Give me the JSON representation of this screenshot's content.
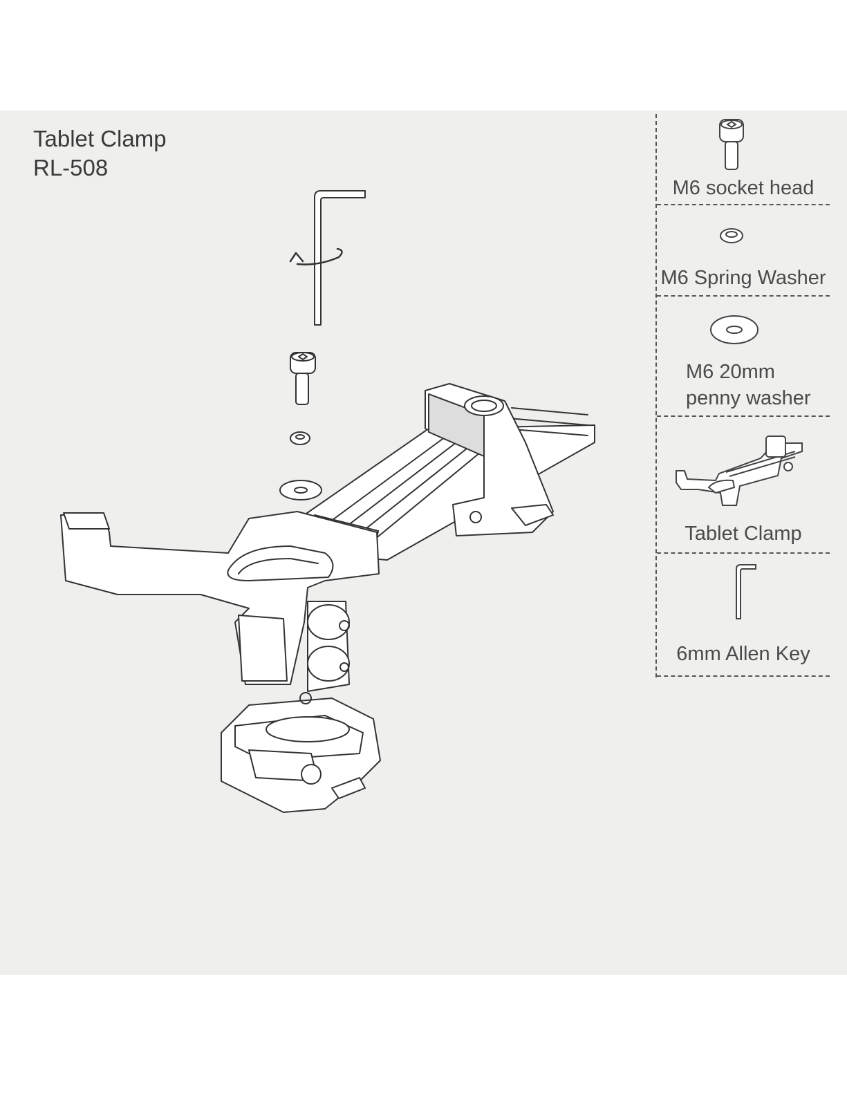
{
  "title": {
    "line1": "Tablet Clamp",
    "line2": "RL-508"
  },
  "parts": [
    {
      "label": "M6 socket head",
      "icon": "socket-head-bolt-icon"
    },
    {
      "label": "M6 Spring Washer",
      "icon": "spring-washer-icon"
    },
    {
      "label_line1": "M6 20mm",
      "label_line2": "penny washer",
      "icon": "penny-washer-icon"
    },
    {
      "label": "Tablet Clamp",
      "icon": "tablet-clamp-icon"
    },
    {
      "label": "6mm Allen Key",
      "icon": "allen-key-icon"
    }
  ],
  "colors": {
    "background": "#efefed",
    "line": "#333333",
    "text": "#3a3a3a"
  }
}
